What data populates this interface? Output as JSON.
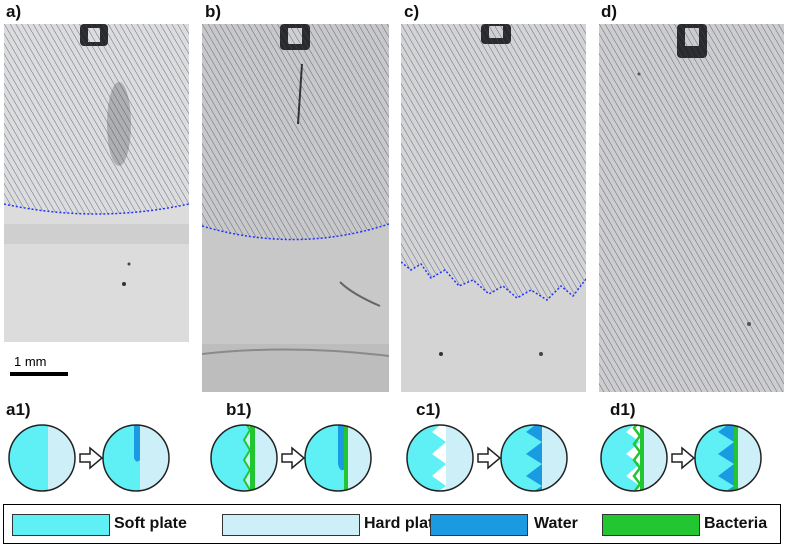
{
  "panels": [
    {
      "label": "a)"
    },
    {
      "label": "b)"
    },
    {
      "label": "c)"
    },
    {
      "label": "d)"
    }
  ],
  "schematics": [
    {
      "label": "a1)"
    },
    {
      "label": "b1)"
    },
    {
      "label": "c1)"
    },
    {
      "label": "d1)"
    }
  ],
  "scale_bar": {
    "label": "1 mm"
  },
  "legend": [
    {
      "label": "Soft plate",
      "color": "#5ef0f5"
    },
    {
      "label": "Hard plate",
      "color": "#cdeff8"
    },
    {
      "label": "Water",
      "color": "#1a9ae0"
    },
    {
      "label": "Bacteria",
      "color": "#22c630"
    }
  ],
  "colors": {
    "boundary": "#2233ff",
    "hatch": "#3d4a72"
  }
}
